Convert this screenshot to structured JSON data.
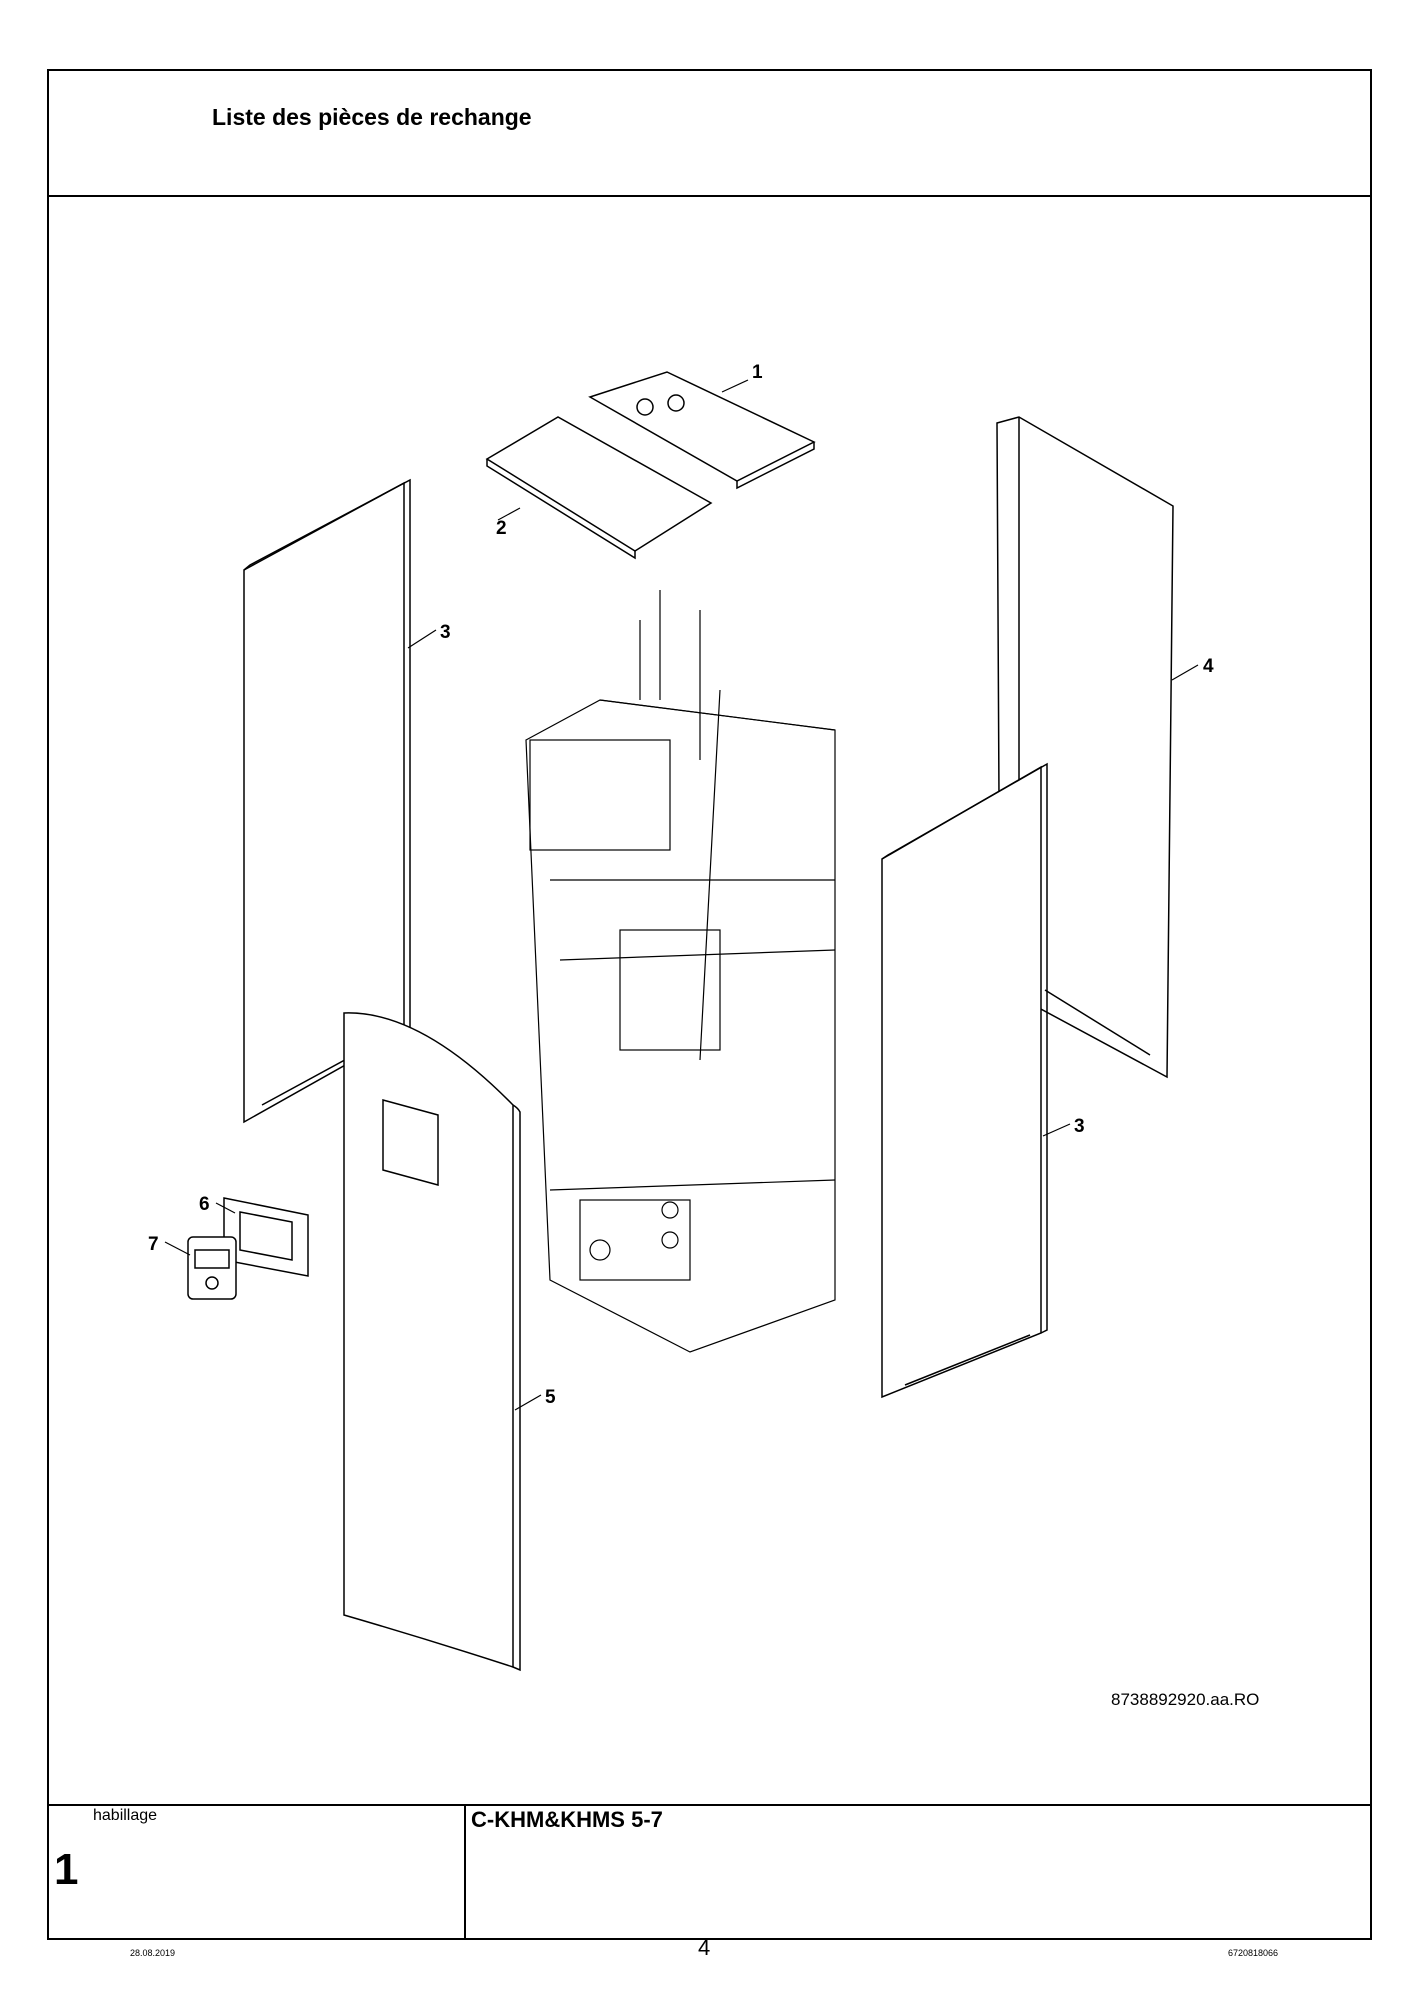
{
  "header": {
    "title": "Liste des pièces de rechange"
  },
  "drawing": {
    "callouts": [
      "1",
      "2",
      "3",
      "4",
      "3",
      "5",
      "6",
      "7"
    ],
    "drawing_number": "8738892920.aa.RO"
  },
  "title_block": {
    "section_name": "habillage",
    "section_number": "1",
    "model": "C-KHM&KHMS 5-7"
  },
  "footer": {
    "page_number": "4",
    "date": "28.08.2019",
    "document_number": "6720818066"
  }
}
